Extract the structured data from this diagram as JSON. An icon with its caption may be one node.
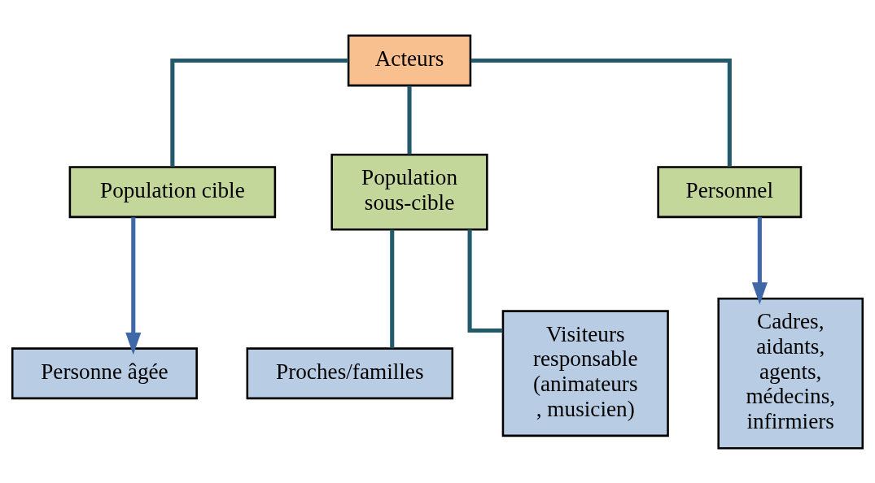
{
  "diagram": {
    "nodes": [
      {
        "text": [
          "Acteurs"
        ]
      },
      {
        "text": [
          "Population cible"
        ]
      },
      {
        "text": [
          "Population sous-cible"
        ]
      },
      {
        "text": [
          "Personnel"
        ]
      },
      {
        "text": [
          "Personne âgée"
        ]
      },
      {
        "text": [
          "Proches/familles"
        ]
      },
      {
        "text": [
          "Visiteurs responsable (animateurs , musicien)"
        ]
      },
      {
        "text": [
          "Cadres, aidants, agents, médecins, infirmiers"
        ]
      }
    ],
    "edges": [
      {
        "from": 0,
        "to": 1,
        "arrow": "none"
      },
      {
        "from": 0,
        "to": 2,
        "arrow": "none"
      },
      {
        "from": 0,
        "to": 3,
        "arrow": "none"
      },
      {
        "from": 1,
        "to": 4,
        "arrow": "to",
        "color": "#3f68a8"
      },
      {
        "from": 2,
        "to": 5,
        "arrow": "none"
      },
      {
        "from": 2,
        "to": 6,
        "arrow": "none"
      },
      {
        "from": 3,
        "to": 7,
        "arrow": "to",
        "color": "#3f68a8"
      }
    ]
  }
}
